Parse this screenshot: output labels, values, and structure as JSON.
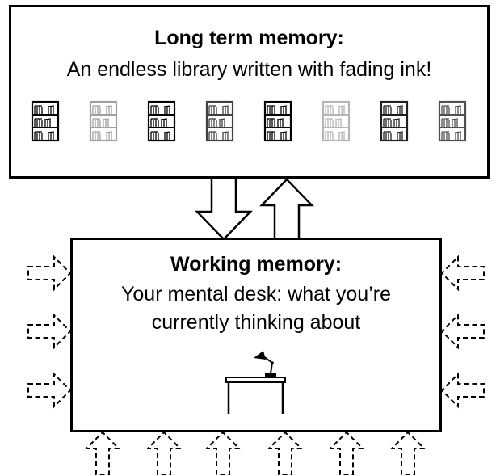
{
  "long_term_memory": {
    "title": "Long term memory:",
    "description": "An endless library written with fading ink!",
    "bookshelf_shades": [
      "#000000",
      "#a0a0a0",
      "#000000",
      "#404040",
      "#000000",
      "#b4b4b4",
      "#202020",
      "#505050"
    ]
  },
  "working_memory": {
    "title": "Working memory:",
    "description_line1": "Your mental desk: what you’re",
    "description_line2": "currently thinking about"
  },
  "icons": {
    "bookshelf": "bookshelf-icon",
    "desk": "desk-with-lamp-icon",
    "solid_arrow": "solid-arrow-icon",
    "dashed_arrow": "dashed-arrow-icon"
  },
  "colors": {
    "stroke": "#000000",
    "background": "#ffffff"
  }
}
